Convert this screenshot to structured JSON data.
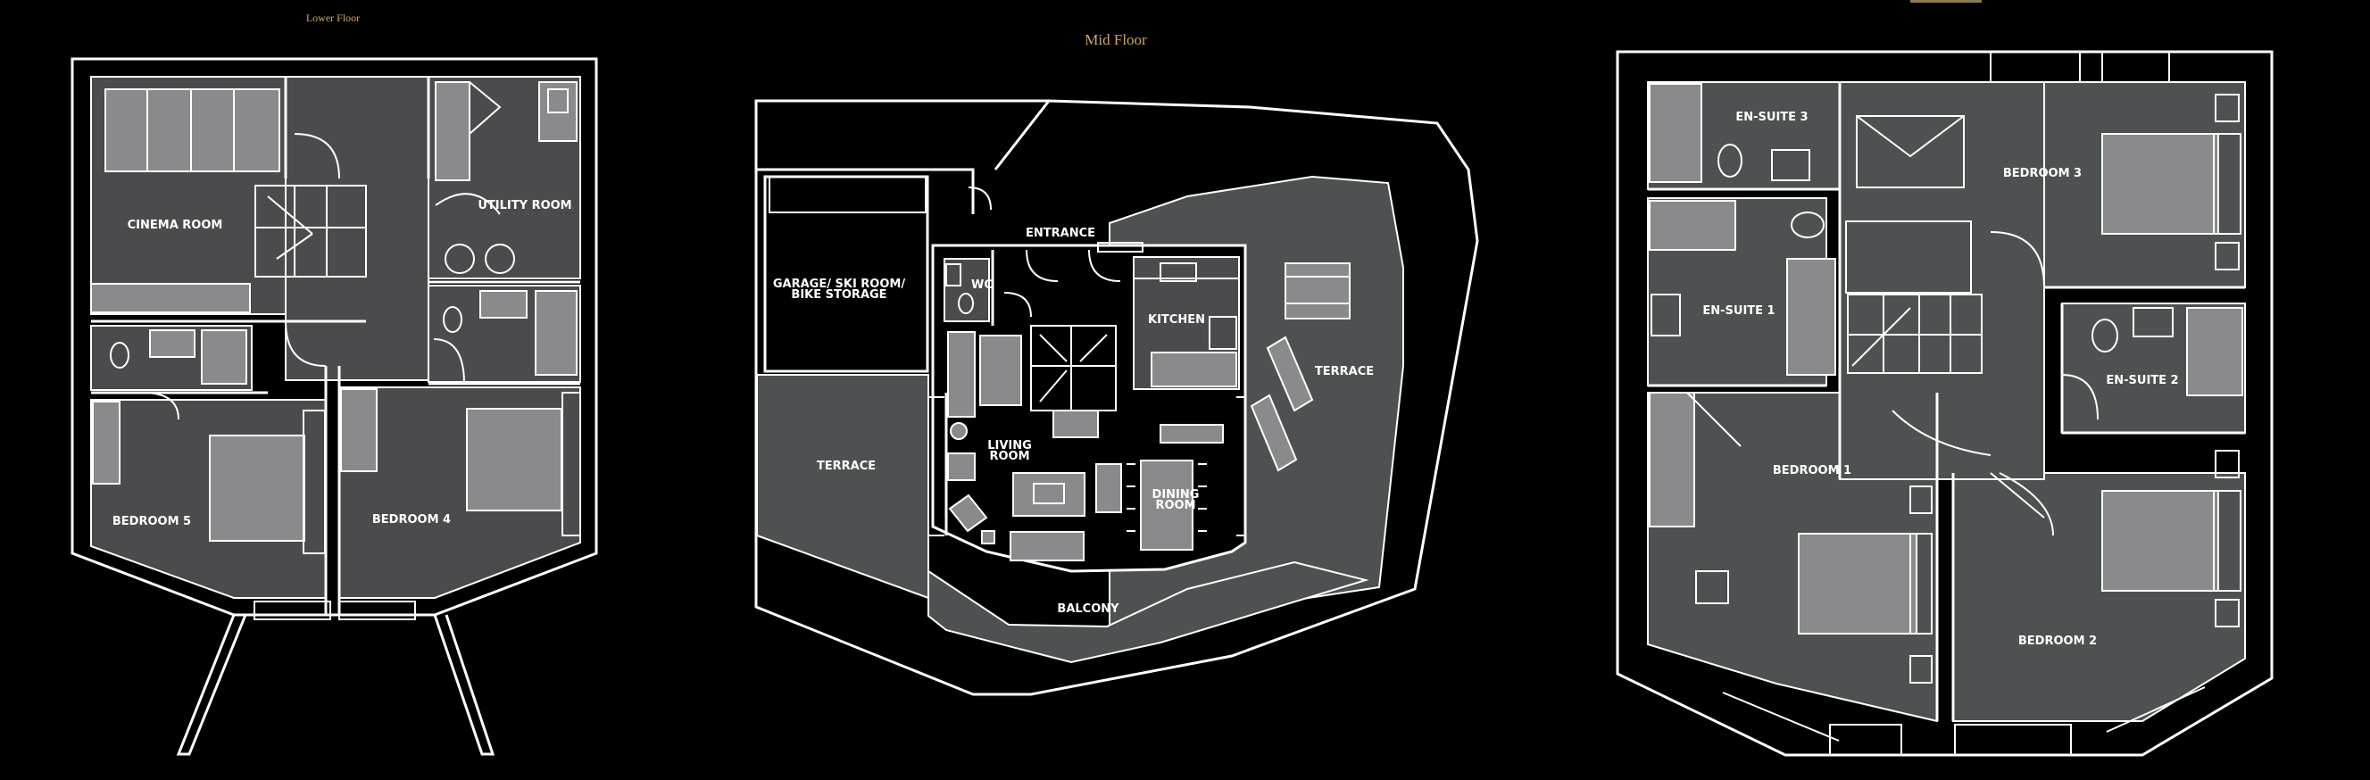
{
  "floors": {
    "lower": {
      "title": "Lower Floor",
      "rooms": {
        "cinema": "CINEMA ROOM",
        "utility": "UTILITY ROOM",
        "bedroom5": "BEDROOM 5",
        "bedroom4": "BEDROOM 4"
      }
    },
    "mid": {
      "title": "Mid Floor",
      "rooms": {
        "entrance": "ENTRANCE",
        "wc": "WC",
        "garage_line1": "GARAGE/ SKI ROOM/",
        "garage_line2": "BIKE STORAGE",
        "kitchen": "KITCHEN",
        "living_line1": "LIVING",
        "living_line2": "ROOM",
        "dining_line1": "DINING",
        "dining_line2": "ROOM",
        "terrace_left": "TERRACE",
        "terrace_right": "TERRACE",
        "balcony": "BALCONY"
      }
    },
    "upper": {
      "rooms": {
        "ensuite3": "EN-SUITE 3",
        "bedroom3": "BEDROOM 3",
        "ensuite1": "EN-SUITE 1",
        "ensuite2": "EN-SUITE 2",
        "bedroom1": "BEDROOM 1",
        "bedroom2": "BEDROOM 2"
      }
    }
  },
  "colors": {
    "background": "#000000",
    "room_fill": "#4b4b4e",
    "terrace_fill": "#4d5151",
    "furniture_fill": "#8a8a8c",
    "line": "#ffffff",
    "title_gold": "#c9a86a"
  }
}
